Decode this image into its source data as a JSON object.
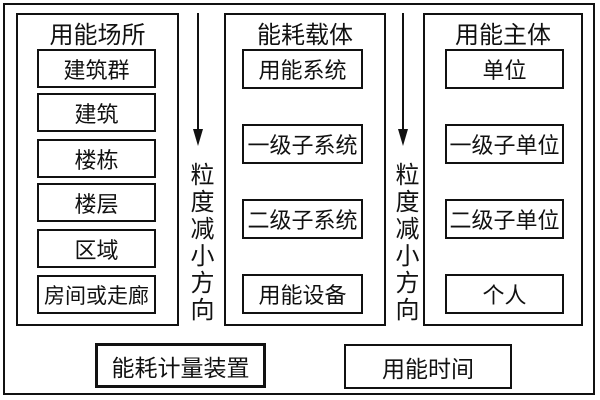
{
  "diagram": {
    "columns": [
      {
        "title": "用能场所",
        "items": [
          "建筑群",
          "建筑",
          "楼栋",
          "楼层",
          "区域",
          "房间或走廊"
        ]
      },
      {
        "title": "能耗载体",
        "items": [
          "用能系统",
          "一级子系统",
          "二级子系统",
          "用能设备"
        ]
      },
      {
        "title": "用能主体",
        "items": [
          "单位",
          "一级子单位",
          "二级子单位",
          "个人"
        ]
      }
    ],
    "arrows": [
      {
        "label": "粒度减小方向"
      },
      {
        "label": "粒度减小方向"
      }
    ],
    "bottom_boxes": [
      {
        "label": "能耗计量装置"
      },
      {
        "label": "用能时间"
      }
    ],
    "colors": {
      "line": "#111111",
      "background": "#ffffff",
      "text": "#111111"
    }
  }
}
